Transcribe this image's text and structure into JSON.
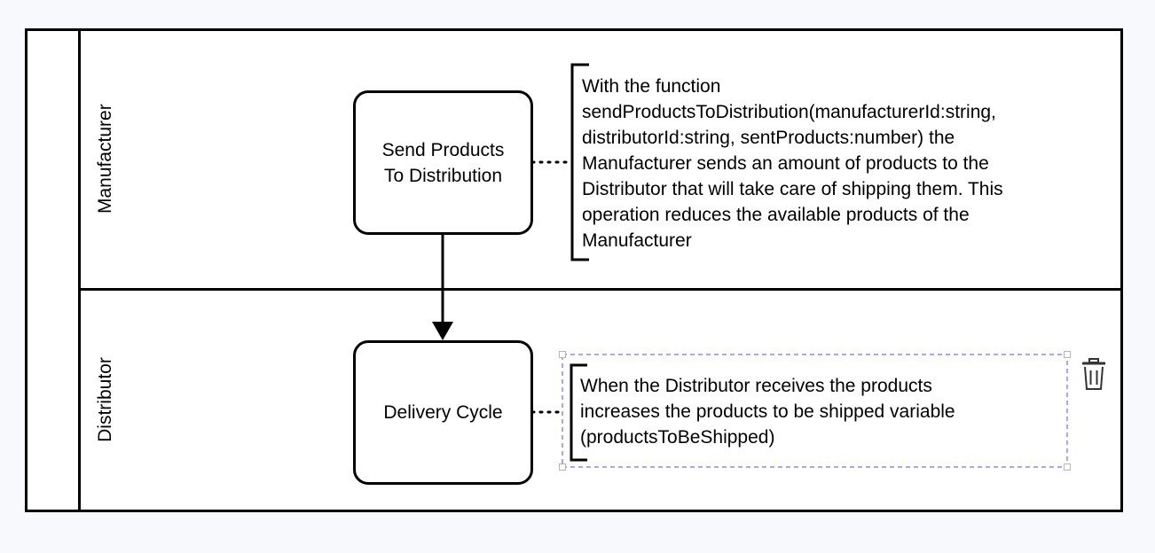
{
  "diagram": {
    "lanes": [
      {
        "id": "manufacturer",
        "label": "Manufacturer"
      },
      {
        "id": "distributor",
        "label": "Distributor"
      }
    ],
    "tasks": [
      {
        "id": "send_products",
        "label": "Send Products\nTo Distribution",
        "lane": "manufacturer"
      },
      {
        "id": "delivery_cycle",
        "label": "Delivery Cycle",
        "lane": "distributor"
      }
    ],
    "annotations": [
      {
        "id": "annotation_send",
        "attached_to": "send_products",
        "text": "With the function\nsendProductsToDistribution(manufacturerId:string,\ndistributorId:string, sentProducts:number) the\nManufacturer sends an amount of products to the\nDistributor that will take care of shipping them. This\noperation reduces the available products of the\nManufacturer"
      },
      {
        "id": "annotation_delivery",
        "attached_to": "delivery_cycle",
        "selected": true,
        "text": "When the Distributor receives the products\nincreases the products to be shipped variable\n(productsToBeShipped)"
      }
    ],
    "flows": [
      {
        "from": "send_products",
        "to": "delivery_cycle",
        "type": "sequence"
      }
    ],
    "colors": {
      "background": "#f8f9fd",
      "stroke": "#000000",
      "selection": "#8a8ee0",
      "icon": "#333333"
    }
  },
  "toolbar": {
    "delete_icon": "trash-icon"
  }
}
